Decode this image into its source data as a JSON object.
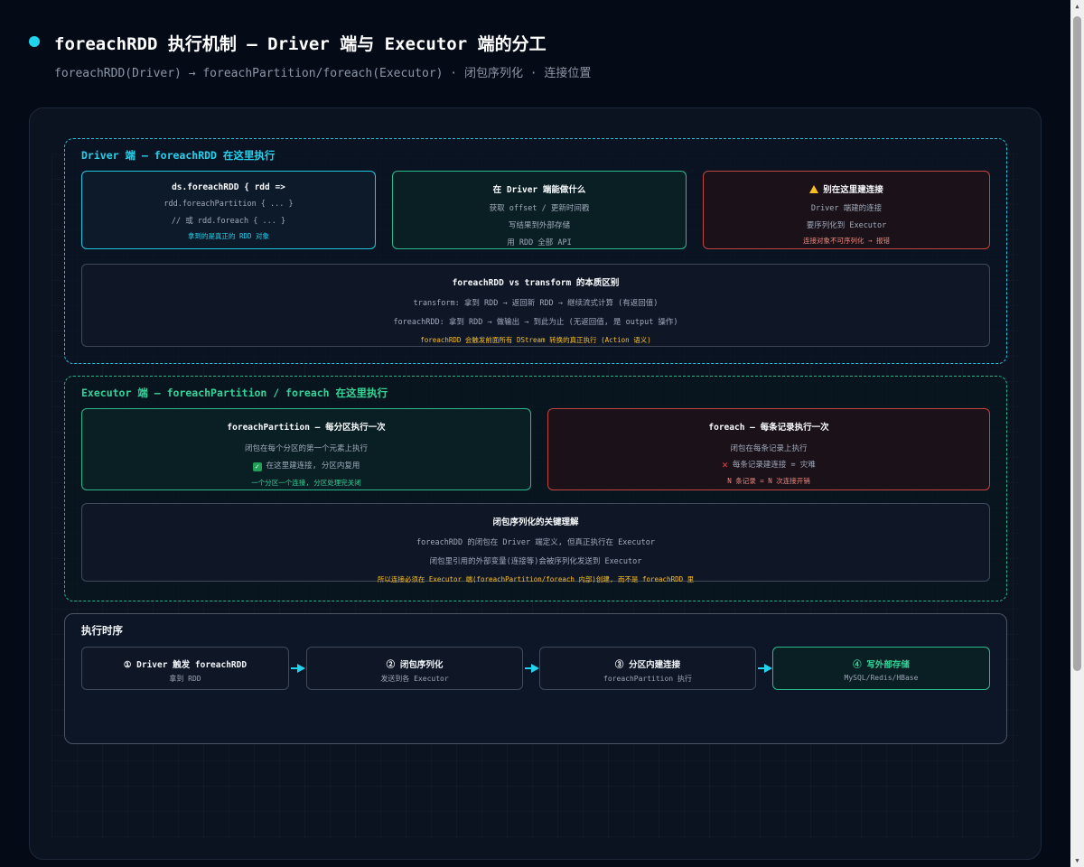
{
  "header": {
    "title": "foreachRDD 执行机制 — Driver 端与 Executor 端的分工",
    "subtitle": "foreachRDD(Driver) → foreachPartition/foreach(Executor) · 闭包序列化 · 连接位置"
  },
  "driver_zone": {
    "title": "Driver 端 — foreachRDD 在这里执行",
    "box1": {
      "title": "ds.foreachRDD { rdd =>",
      "line1": "rdd.foreachPartition { ... }",
      "line2": "// 或 rdd.foreach { ... }",
      "note": "拿到的是真正的 RDD 对象"
    },
    "box2": {
      "title": "在 Driver 端能做什么",
      "line1": "获取 offset / 更新时间戳",
      "line2": "写结果到外部存储",
      "line3": "用 RDD 全部 API"
    },
    "box3": {
      "icon": "warning-icon",
      "title": "别在这里建连接",
      "line1": "Driver 端建的连接",
      "line2": "要序列化到 Executor",
      "note": "连接对象不可序列化 → 报错"
    },
    "box4": {
      "title": "foreachRDD vs transform 的本质区别",
      "line1": "transform: 拿到 RDD → 返回新 RDD → 继续流式计算 (有返回值)",
      "line2": "foreachRDD: 拿到 RDD → 做输出 → 到此为止 (无返回值, 是 output 操作)",
      "note": "foreachRDD 会触发前面所有 DStream 转换的真正执行 (Action 语义)"
    }
  },
  "executor_zone": {
    "title": "Executor 端 — foreachPartition / foreach 在这里执行",
    "box1": {
      "title": "foreachPartition — 每分区执行一次",
      "line1": "闭包在每个分区的第一个元素上执行",
      "icon": "check-icon",
      "line2": "在这里建连接, 分区内复用",
      "note": "一个分区一个连接, 分区处理完关闭"
    },
    "box2": {
      "title": "foreach — 每条记录执行一次",
      "line1": "闭包在每条记录上执行",
      "icon": "cross-icon",
      "line2": "每条记录建连接 = 灾难",
      "note": "N 条记录 = N 次连接开销"
    },
    "box3": {
      "title": "闭包序列化的关键理解",
      "line1": "foreachRDD 的闭包在 Driver 端定义, 但真正执行在 Executor",
      "line2": "闭包里引用的外部变量(连接等)会被序列化发送到 Executor",
      "note": "所以连接必须在 Executor 端(foreachPartition/foreach 内部)创建, 而不是 foreachRDD 里"
    }
  },
  "sequence_zone": {
    "title": "执行时序",
    "steps": [
      {
        "title": "① Driver 触发 foreachRDD",
        "desc": "拿到 RDD"
      },
      {
        "title": "② 闭包序列化",
        "desc": "发送到各 Executor"
      },
      {
        "title": "③ 分区内建连接",
        "desc": "foreachPartition 执行"
      },
      {
        "title": "④ 写外部存储",
        "desc": "MySQL/Redis/HBase"
      }
    ]
  },
  "colors": {
    "accent_cyan": "#22d3ee",
    "accent_green": "#34d399",
    "accent_red": "#ef4444",
    "accent_amber": "#fbbf24",
    "background": "#050a17"
  }
}
